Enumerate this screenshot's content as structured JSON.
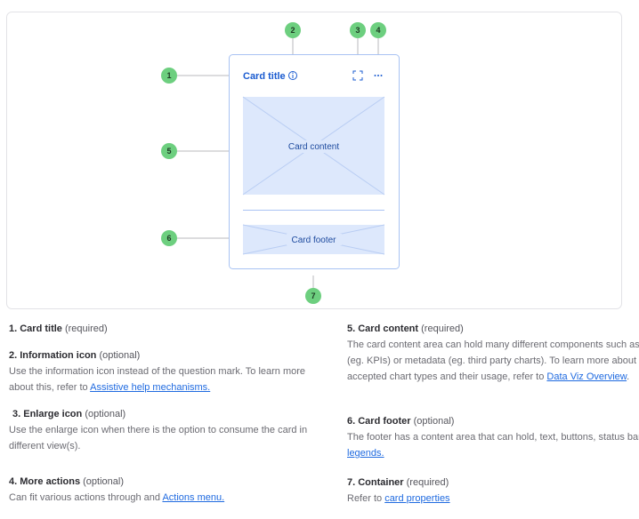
{
  "colors": {
    "accent": "#1a5bd0",
    "marker": "#6dcf7f",
    "placeholder_fill": "#dde8fc",
    "link": "#1f6ae0"
  },
  "diagram": {
    "card_title": "Card title",
    "card_content": "Card content",
    "card_footer": "Card footer",
    "icons": [
      "info-icon",
      "enlarge-icon",
      "more-actions-icon"
    ],
    "markers": [
      "1",
      "2",
      "3",
      "4",
      "5",
      "6",
      "7"
    ]
  },
  "left": [
    {
      "title": "1. Card title",
      "tag": "(required)"
    },
    {
      "title": "2. Information icon",
      "tag": "(optional)",
      "text": "Use the information icon instead of the question mark. To learn more about this, refer to ",
      "link": "Assistive help mechanisms."
    },
    {
      "title": "3. Enlarge icon",
      "tag": "(optional)",
      "text": "Use the enlarge icon when there is the option to consume the card in different view(s)."
    },
    {
      "title": "4. More actions",
      "tag": "(optional)",
      "text": "Can fit various actions through and ",
      "link": "Actions menu."
    }
  ],
  "right": [
    {
      "title": "5. Card content",
      "tag": "(required)",
      "text": "The card content area can hold many different components such as text (eg. KPIs) or metadata (eg. third party charts). To learn more about accepted chart types and their usage, refer to ",
      "link": "Data Viz Overview",
      "after": "."
    },
    {
      "title": "6. Card footer",
      "tag": "(optional)",
      "text": "The footer has a content area that can hold, text, buttons, status bars, or ",
      "link": "legends."
    },
    {
      "title": "7. Container",
      "tag": "(required)",
      "text": "Refer to ",
      "link": "card properties"
    }
  ]
}
